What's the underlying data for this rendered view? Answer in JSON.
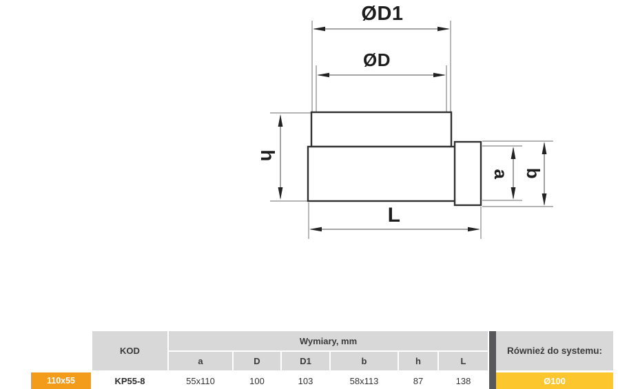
{
  "diagram": {
    "labels": {
      "d1": "ØD1",
      "d": "ØD",
      "h": "h",
      "a": "a",
      "b": "b",
      "l": "L"
    }
  },
  "table": {
    "kod_header": "KOD",
    "wymiary_header": "Wymiary, mm",
    "rowniez_header": "Również do systemu:",
    "sub_headers": [
      "a",
      "D",
      "D1",
      "b",
      "h",
      "L"
    ],
    "row": {
      "size": "110x55",
      "kod": "KP55-8",
      "values": [
        "55x110",
        "100",
        "103",
        "58x113",
        "87",
        "138"
      ],
      "system": "Ø100"
    }
  },
  "colors": {
    "orange": "#f39c1c",
    "yellow": "#fbc62e",
    "header_gray": "#d8d8d8",
    "separator_dark": "#58585a",
    "outline_dark": "#2f2f2f",
    "dimension_gray": "#868686"
  }
}
